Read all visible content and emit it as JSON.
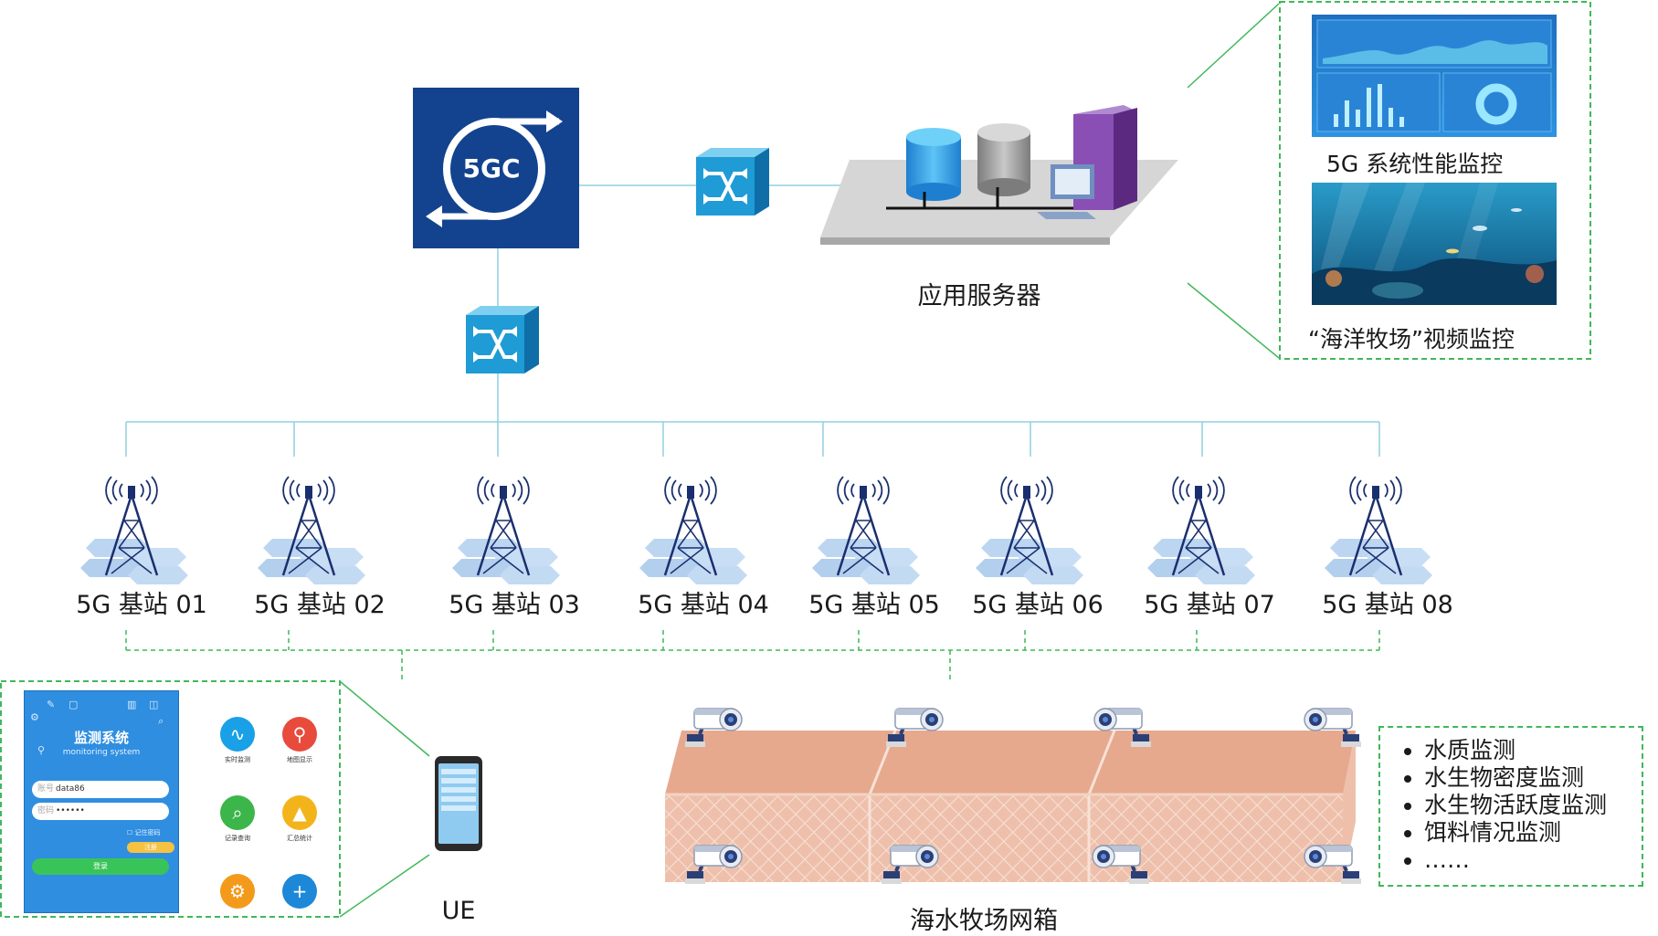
{
  "core": {
    "label": "5GC"
  },
  "server": {
    "label": "应用服务器"
  },
  "dashboard": {
    "performance_caption": "5G 系统性能监控",
    "video_caption": "“海洋牧场”视频监控"
  },
  "base_stations": [
    "5G 基站 01",
    "5G 基站 02",
    "5G 基站 03",
    "5G 基站 04",
    "5G 基站 05",
    "5G 基站 06",
    "5G 基站 07",
    "5G 基站 08"
  ],
  "ue": {
    "label": "UE",
    "app_title": "监测系统",
    "app_subtitle": "monitoring system",
    "username_label": "账号",
    "username_value": "data86",
    "password_label": "密码",
    "password_value": "••••••",
    "remember_label": "记住密码",
    "register_label": "注册",
    "login_label": "登录",
    "apps": [
      {
        "label": "实时监测",
        "color": "#1aa0e6",
        "icon": "pulse-icon"
      },
      {
        "label": "地图显示",
        "color": "#e84a3c",
        "icon": "map-pin-icon"
      },
      {
        "label": "记录查询",
        "color": "#3cb54a",
        "icon": "search-icon"
      },
      {
        "label": "汇总统计",
        "color": "#f3b41b",
        "icon": "chart-icon"
      },
      {
        "label": "",
        "color": "#f39a1b",
        "icon": "gear-icon"
      },
      {
        "label": "",
        "color": "#1e88d8",
        "icon": "plus-icon"
      }
    ]
  },
  "cage": {
    "label": "海水牧场网箱"
  },
  "features": [
    "水质监测",
    "水生物密度监测",
    "水生物活跃度监测",
    "饵料情况监测",
    "……"
  ],
  "colors": {
    "link_line": "#8fd0e0",
    "dashed_green": "#3fb85a",
    "core_bg": "#13438f",
    "switch_bg": "#1f9bd6",
    "cage_fill": "#e6a98e"
  }
}
